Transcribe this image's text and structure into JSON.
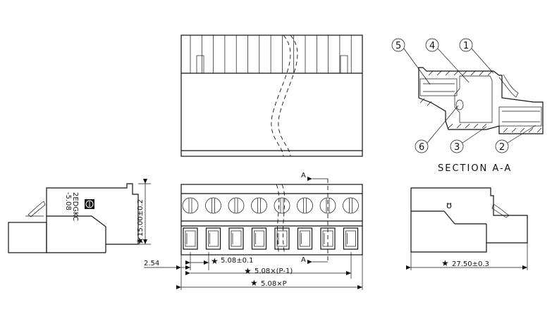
{
  "views": {
    "top_view": {},
    "front_view": {},
    "left_view": {
      "marking_line1": "2EDGKC",
      "marking_line2": "-5.08"
    },
    "right_view": {},
    "section_view": {
      "title": "SECTION A-A",
      "callouts": [
        "5",
        "4",
        "1",
        "6",
        "3",
        "2"
      ]
    }
  },
  "dimensions": {
    "height": "15.00±0.2",
    "offset": "2.54",
    "pitch": "5.08±0.1",
    "span_p_minus_1": "5.08×(P-1)",
    "span_p": "5.08×P",
    "depth": "27.50±0.3",
    "section_marker": "A"
  },
  "symbols": {
    "critical_dimension": "★"
  },
  "colors": {
    "line": "#111111",
    "background": "#ffffff"
  },
  "icons": [
    "star-icon",
    "arrow-icon",
    "ul-logo-icon"
  ]
}
